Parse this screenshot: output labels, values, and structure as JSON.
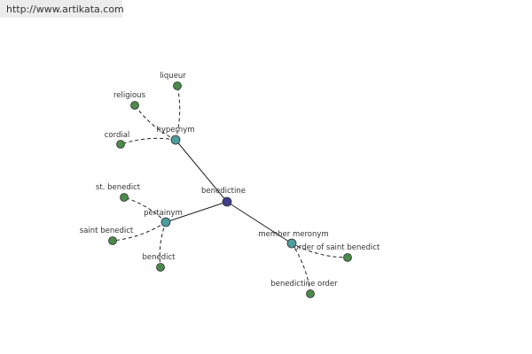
{
  "banner": {
    "url": "http://www.artikata.com"
  },
  "graph": {
    "center": {
      "id": "benedictine",
      "label": "benedictine",
      "color": "#3d3f8a"
    },
    "relations": [
      {
        "id": "hypernym",
        "label": "hypernym",
        "color": "#4e9c9c",
        "children": [
          {
            "id": "liqueur",
            "label": "liqueur"
          },
          {
            "id": "religious",
            "label": "religious"
          },
          {
            "id": "cordial",
            "label": "cordial"
          }
        ]
      },
      {
        "id": "pertainym",
        "label": "pertainym",
        "color": "#4e9c9c",
        "children": [
          {
            "id": "st-benedict",
            "label": "st. benedict"
          },
          {
            "id": "saint-benedict",
            "label": "saint benedict"
          },
          {
            "id": "benedict",
            "label": "benedict"
          }
        ]
      },
      {
        "id": "member-meronym",
        "label": "member meronym",
        "color": "#4e9c9c",
        "children": [
          {
            "id": "order-of-saint-benedict",
            "label": "order of saint benedict"
          },
          {
            "id": "benedictine-order",
            "label": "benedictine order"
          }
        ]
      }
    ],
    "leaf_color": "#4a8a4a"
  }
}
